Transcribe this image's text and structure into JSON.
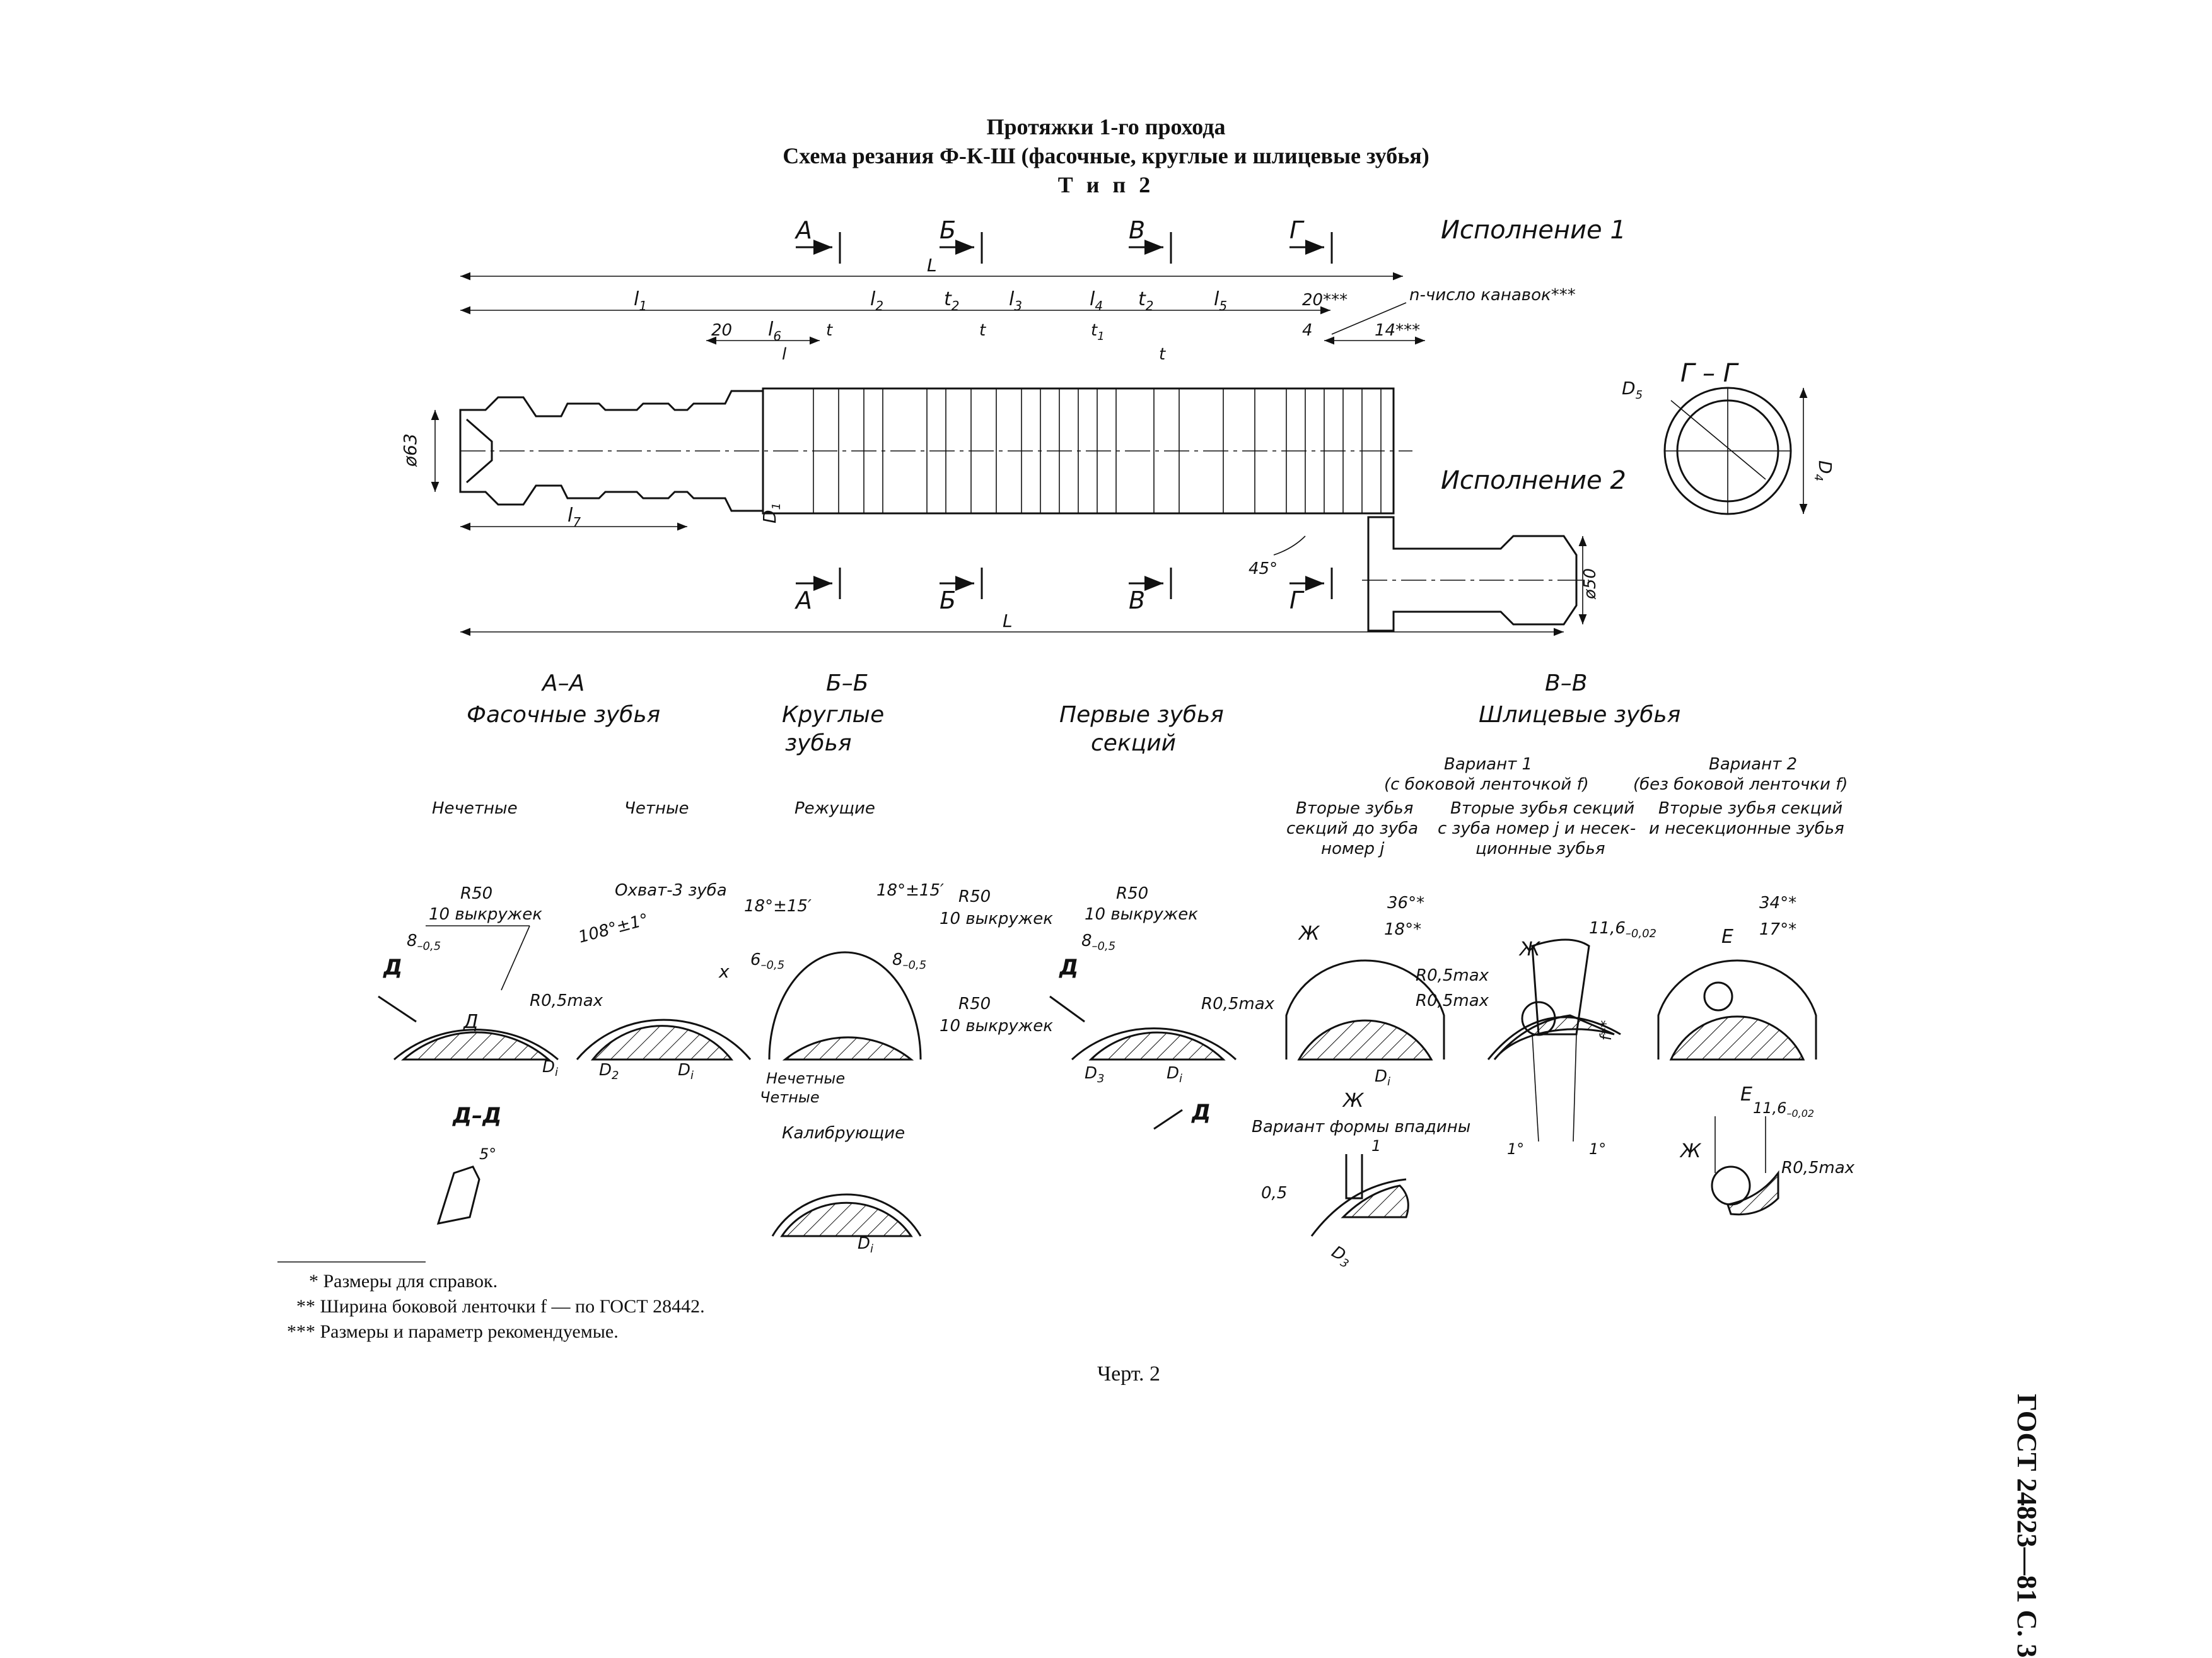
{
  "header": {
    "line1": "Протяжки 1-го прохода",
    "line2": "Схема резания Ф-К-Ш (фасочные, круглые и шлицевые зубья)",
    "line3": "Т и п  2"
  },
  "drawing": {
    "variant1": "Исполнение 1",
    "variant2": "Исполнение 2",
    "dims": {
      "L": "L",
      "l1": "l",
      "l1sub": "1",
      "l2": "l",
      "l2sub": "2",
      "l3": "l",
      "l3sub": "3",
      "l4": "l",
      "l4sub": "4",
      "l5": "l",
      "l5sub": "5",
      "l6": "l",
      "l6sub": "6",
      "l7": "l",
      "l7sub": "7",
      "t": "t",
      "t1": "t",
      "t1sub": "1",
      "t2": "t",
      "t2sub": "2",
      "d20": "20",
      "d20b": "20***",
      "d4": "4",
      "d14": "14***",
      "grooves": "n-число канавок***",
      "phi63": "ø63",
      "phi50": "ø50",
      "D1": "D",
      "D1sub": "1",
      "angle45": "45°",
      "lsmall": "l",
      "star": "*"
    },
    "cuts": {
      "A": "А",
      "B": "Б",
      "V": "В",
      "G": "Г"
    },
    "section_GG": {
      "title": "Г – Г",
      "D5": "D",
      "D5sub": "5",
      "D4": "D",
      "D4sub": "4"
    },
    "sections": {
      "AA": {
        "title": "А–А",
        "name": "Фасочные зубья"
      },
      "BB": {
        "title": "Б–Б",
        "name1": "Круглые",
        "name2": "зубья"
      },
      "first": {
        "name1": "Первые зубья",
        "name2": "секций"
      },
      "VV": {
        "title": "В–В",
        "name": "Шлицевые зубья"
      }
    },
    "variants": {
      "v1_title": "Вариант 1",
      "v1_sub": "(с боковой ленточкой f)",
      "v2_title": "Вариант 2",
      "v2_sub": "(без боковой ленточки f)"
    },
    "labels": {
      "odd": "Нечетные",
      "even": "Четные",
      "cutting": "Режущие",
      "second_teeth_1": "Вторые зубья",
      "second_teeth_2": "секций до зуба",
      "second_teeth_3": "номер j",
      "second_sec_1": "Вторые зубья секций",
      "second_sec_2": "с зуба  номер j и несек-",
      "second_sec_3": "ционные зубья",
      "second_sec_v2_1": "Вторые зубья секций",
      "second_sec_v2_2": "и несекционные зубья",
      "R50": "R50",
      "vykr": "10 выкружек",
      "b05": "8",
      "b05sub": "–0,5",
      "b6": "6",
      "okhvat": "Охват-3 зуба",
      "ang108": "108°±1°",
      "x": "x",
      "ang18a": "18°±15′",
      "ang18b": "18°±15′",
      "R05max": "R0,5max",
      "Di": "D",
      "Disub": "i",
      "D2": "D",
      "D2sub": "2",
      "D3": "D",
      "D3sub": "3",
      "DD_mark": "Д",
      "odd2": "Нечетные",
      "even2": "Четные",
      "DD": "Д–Д",
      "deg5": "5°",
      "calibr": "Калибрующие",
      "Zh": "Ж",
      "E": "Е",
      "ang36": "36°*",
      "ang18": "18°*",
      "ang34": "34°*",
      "ang17": "17°*",
      "d116": "11,6",
      "d116sub": "–0,02",
      "fstar": "f**",
      "deg1": "1°",
      "cavity": "Вариант формы впадины",
      "one": "1",
      "d05": "0,5"
    }
  },
  "footnotes": {
    "f1": "* Размеры для справок.",
    "f2": "** Ширина боковой ленточки f — по ГОСТ 28442.",
    "f3": "*** Размеры и параметр рекомендуемые."
  },
  "caption": "Черт. 2",
  "side_label": "ГОСТ 24823—81 С. 3"
}
